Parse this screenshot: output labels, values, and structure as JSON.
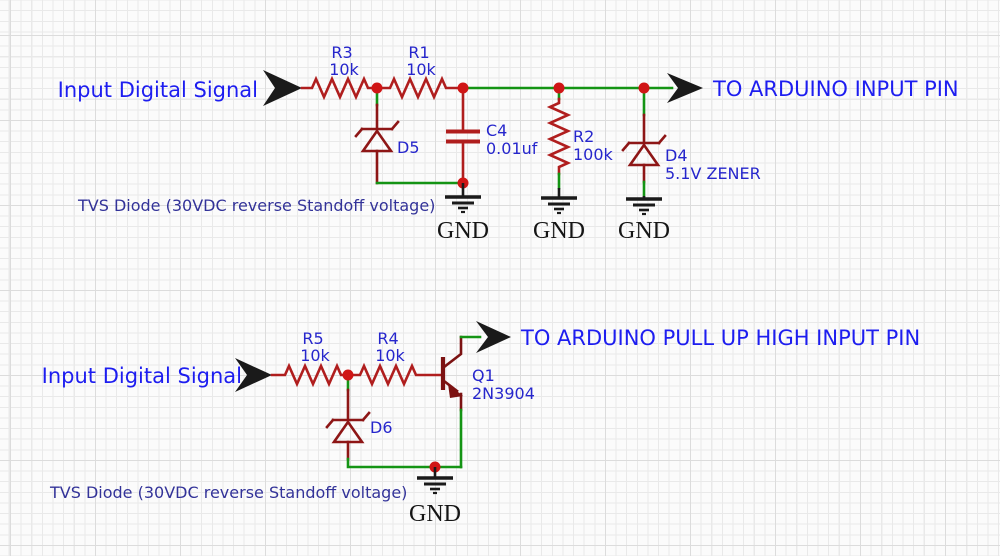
{
  "colors": {
    "wire_green": "#149414",
    "component_red": "#b01e1e",
    "diode_red": "#8e1616",
    "transistor_red": "#7c1212",
    "junction_red": "#d01515",
    "arrow_black": "#1a1a1a",
    "io_label_blue": "#1d1df0",
    "component_label_blue": "#2626cc",
    "note_blue": "#333399",
    "gnd_text_black": "#151515",
    "canvas_bg": "#fbfbfb",
    "grid_minor": "#e9e9e9",
    "grid_major": "#dcdcdc"
  },
  "labels": {
    "gnd": "GND"
  },
  "top": {
    "input_label": "Input Digital Signal",
    "output_label": "TO ARDUINO INPUT PIN",
    "note": "TVS Diode (30VDC reverse Standoff voltage)",
    "components": {
      "r3": {
        "ref": "R3",
        "value": "10k"
      },
      "r1": {
        "ref": "R1",
        "value": "10k"
      },
      "d5": {
        "ref": "D5"
      },
      "c4": {
        "ref": "C4",
        "value": "0.01uf"
      },
      "r2": {
        "ref": "R2",
        "value": "100k"
      },
      "d4": {
        "ref": "D4",
        "value": "5.1V ZENER"
      }
    }
  },
  "bottom": {
    "input_label": "Input Digital Signal",
    "output_label": "TO ARDUINO PULL UP HIGH INPUT PIN",
    "note": "TVS Diode (30VDC reverse Standoff voltage)",
    "components": {
      "r5": {
        "ref": "R5",
        "value": "10k"
      },
      "r4": {
        "ref": "R4",
        "value": "10k"
      },
      "d6": {
        "ref": "D6"
      },
      "q1": {
        "ref": "Q1",
        "value": "2N3904"
      }
    }
  }
}
